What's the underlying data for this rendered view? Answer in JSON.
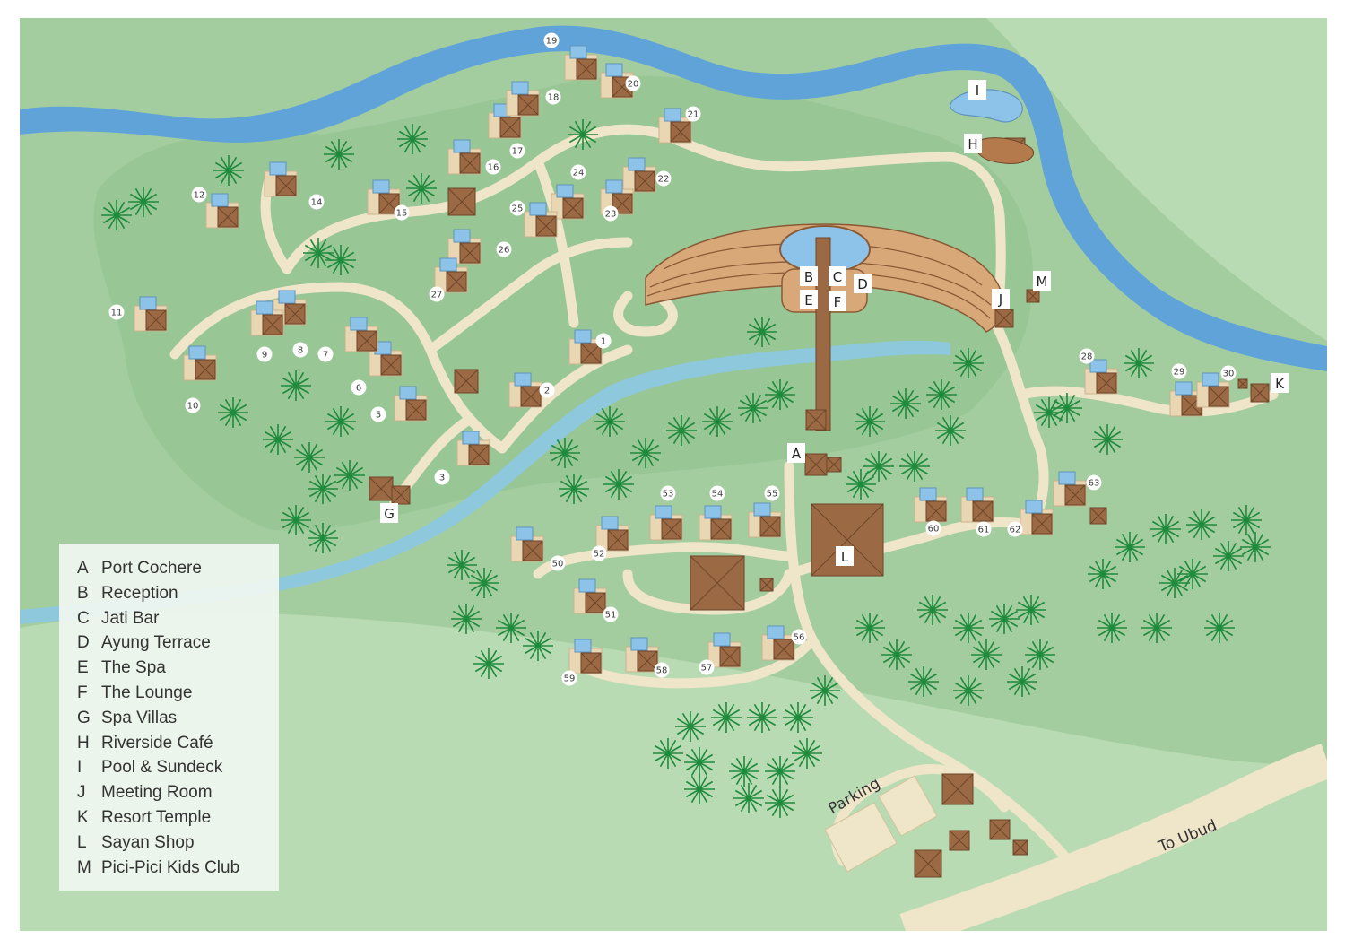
{
  "map": {
    "road_label": "To Ubud",
    "parking_label": "Parking",
    "colors": {
      "background": "#ffffff",
      "grass": "#9fcb9b",
      "grass_light": "#b8dbb2",
      "river": "#5fa3d9",
      "stream": "#8ec8dd",
      "path": "#efe5c9",
      "roof": "#9b6a44",
      "roof_dark": "#6e4529",
      "pool": "#8dc3e8",
      "tree": "#1f8a3c"
    },
    "villas": [
      "1",
      "2",
      "3",
      "5",
      "6",
      "7",
      "8",
      "9",
      "10",
      "11",
      "12",
      "14",
      "15",
      "16",
      "17",
      "18",
      "19",
      "20",
      "21",
      "22",
      "23",
      "24",
      "25",
      "26",
      "27",
      "28",
      "29",
      "30",
      "50",
      "51",
      "52",
      "53",
      "54",
      "55",
      "56",
      "57",
      "58",
      "59",
      "60",
      "61",
      "62",
      "63"
    ],
    "facility_markers": [
      "A",
      "B",
      "C",
      "D",
      "E",
      "F",
      "G",
      "H",
      "I",
      "J",
      "K",
      "L",
      "M"
    ]
  },
  "legend": [
    {
      "key": "A",
      "label": "Port Cochere"
    },
    {
      "key": "B",
      "label": "Reception"
    },
    {
      "key": "C",
      "label": "Jati Bar"
    },
    {
      "key": "D",
      "label": "Ayung Terrace"
    },
    {
      "key": "E",
      "label": "The Spa"
    },
    {
      "key": "F",
      "label": "The Lounge"
    },
    {
      "key": "G",
      "label": "Spa Villas"
    },
    {
      "key": "H",
      "label": "Riverside Café"
    },
    {
      "key": "I",
      "label": "Pool & Sundeck"
    },
    {
      "key": "J",
      "label": "Meeting Room"
    },
    {
      "key": "K",
      "label": "Resort Temple"
    },
    {
      "key": "L",
      "label": "Sayan Shop"
    },
    {
      "key": "M",
      "label": "Pici-Pici Kids Club"
    }
  ]
}
